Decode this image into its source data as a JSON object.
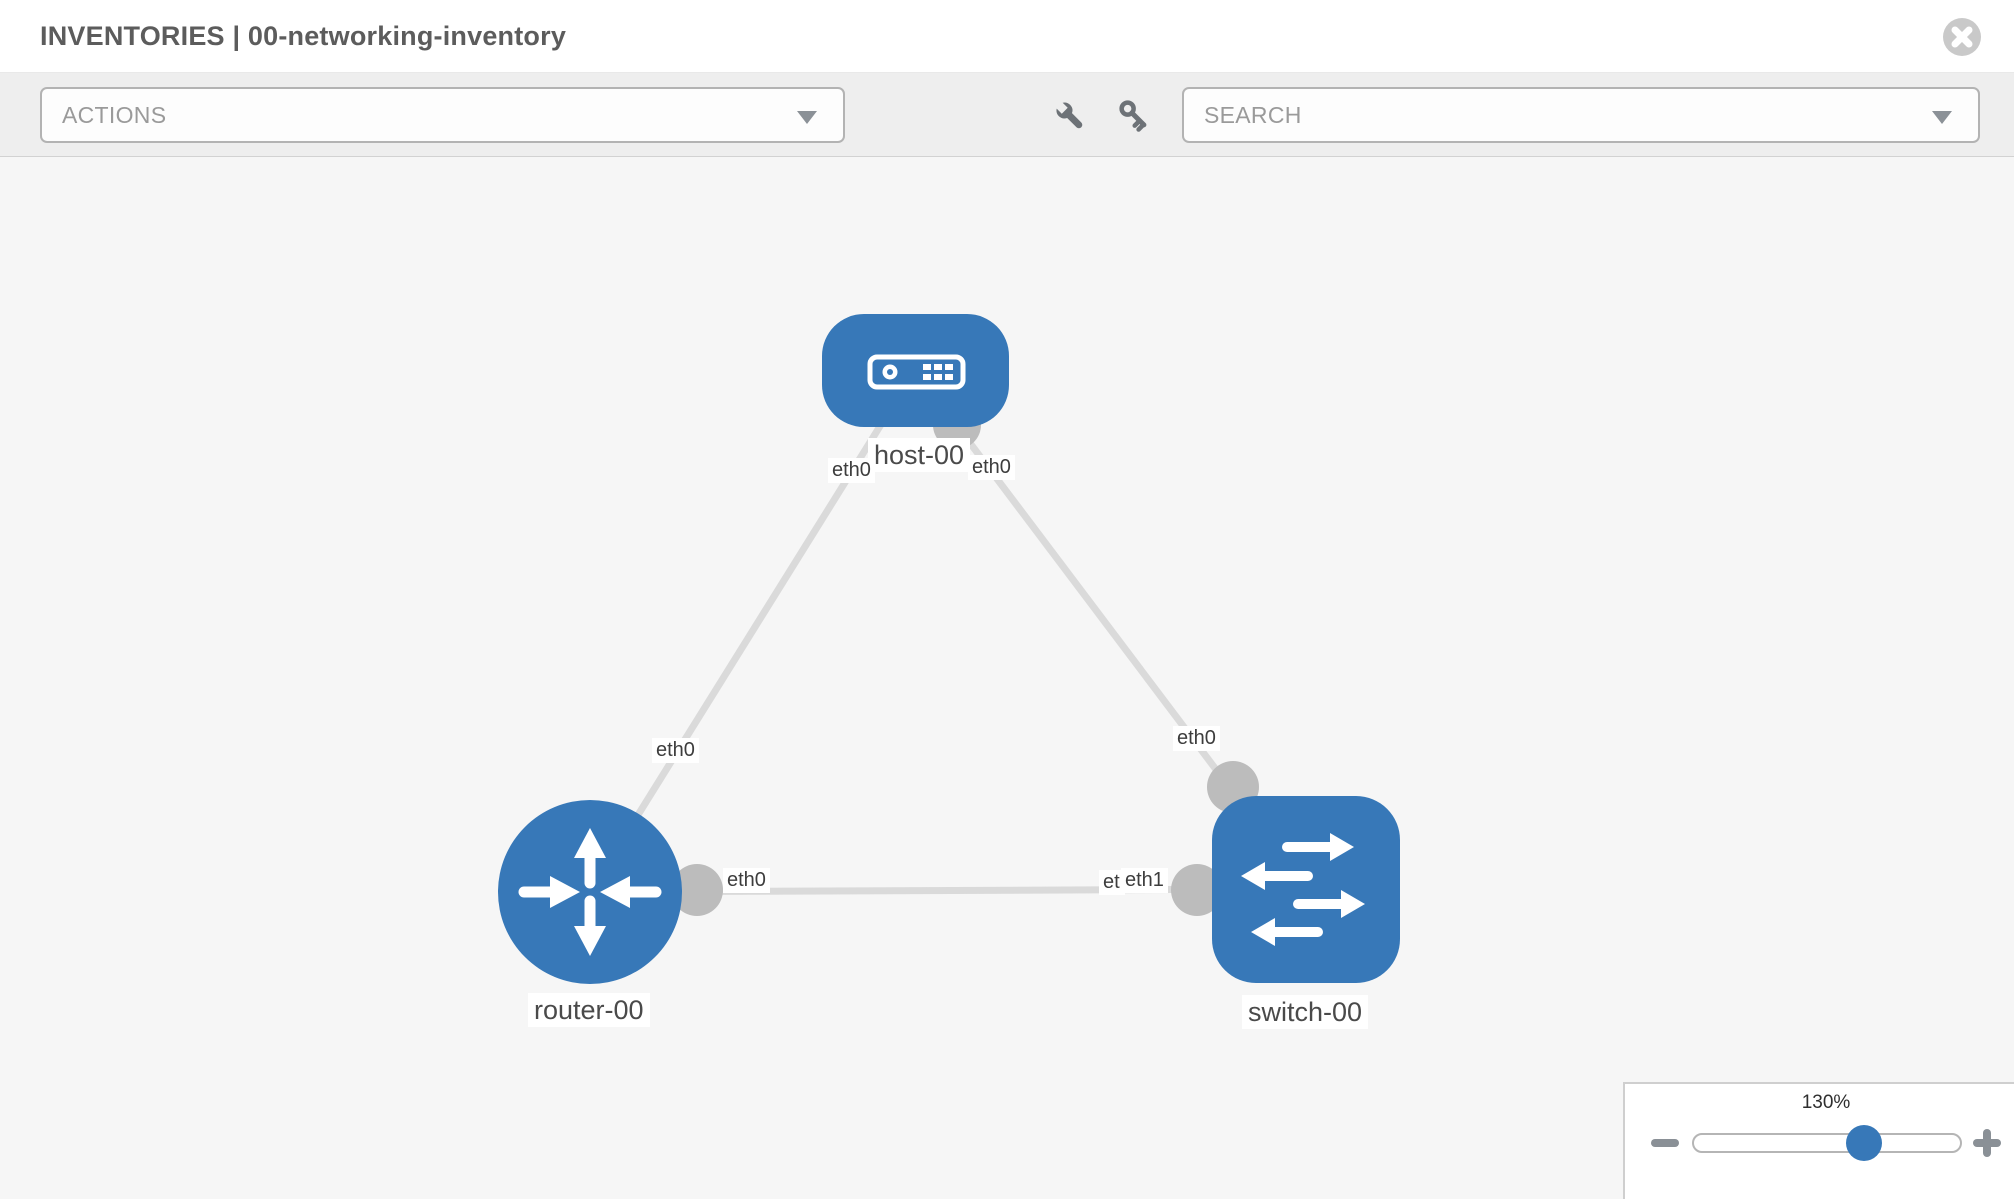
{
  "header": {
    "title": "INVENTORIES | 00-networking-inventory",
    "close_icon": "circle-x-icon"
  },
  "toolbar": {
    "actions_dropdown": {
      "label": "ACTIONS",
      "caret_icon": "caret-down-icon"
    },
    "tool_icons": [
      "wrench-icon",
      "key-icon"
    ],
    "search_dropdown": {
      "placeholder": "SEARCH",
      "caret_icon": "caret-down-icon"
    }
  },
  "topology": {
    "nodes": [
      {
        "id": "host-00",
        "type": "host",
        "label": "host-00"
      },
      {
        "id": "router-00",
        "type": "router",
        "label": "router-00"
      },
      {
        "id": "switch-00",
        "type": "switch",
        "label": "switch-00"
      }
    ],
    "links": [
      {
        "source": "host-00",
        "target": "router-00",
        "source_port": "eth0",
        "target_port": "eth0"
      },
      {
        "source": "host-00",
        "target": "switch-00",
        "source_port": "eth0",
        "target_port": "eth0"
      },
      {
        "source": "router-00",
        "target": "switch-00",
        "source_port": "eth0",
        "target_port": "eth1",
        "target_port_overlapped": "eth0"
      }
    ]
  },
  "zoom_control": {
    "level": "130%",
    "zoom_out_icon": "minus-icon",
    "zoom_in_icon": "plus-icon"
  },
  "colors": {
    "node_blue": "#3778b8",
    "link_gray": "#dadada",
    "interface_gray": "#bcbcbc",
    "canvas_bg": "#f6f6f6",
    "toolbar_bg": "#eeeeee",
    "slider_handle_blue": "#3778b8"
  }
}
